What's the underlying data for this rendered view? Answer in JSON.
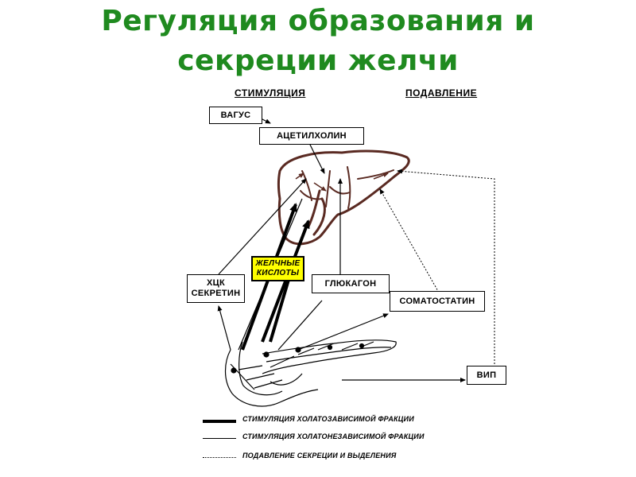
{
  "title": {
    "line1": "Регуляция образования и",
    "line2": "секреции желчи"
  },
  "headers": {
    "stimulation": "СТИМУЛЯЦИЯ",
    "suppression": "ПОДАВЛЕНИЕ"
  },
  "boxes": {
    "vagus": "ВАГУС",
    "acetylcholine": "АЦЕТИЛХОЛИН",
    "cck_line1": "ХЦК",
    "cck_line2": "СЕКРЕТИН",
    "bile_acids_line1": "ЖЕЛЧНЫЕ",
    "bile_acids_line2": "КИСЛОТЫ",
    "glucagon": "ГЛЮКАГОН",
    "somatostatin": "СОМАТОСТАТИН",
    "vip": "ВИП"
  },
  "legend": [
    {
      "style": "thick",
      "text": "СТИМУЛЯЦИЯ ХОЛАТОЗАВИСИМОЙ ФРАКЦИИ"
    },
    {
      "style": "thin",
      "text": "СТИМУЛЯЦИЯ ХОЛАТОНЕЗАВИСИМОЙ ФРАКЦИИ"
    },
    {
      "style": "dotted",
      "text": "ПОДАВЛЕНИЕ СЕКРЕЦИИ И ВЫДЕЛЕНИЯ"
    }
  ],
  "colors": {
    "title": "#1f8a1f",
    "liver": "#5a2a22",
    "bile_acids_box": "#ffff00"
  }
}
